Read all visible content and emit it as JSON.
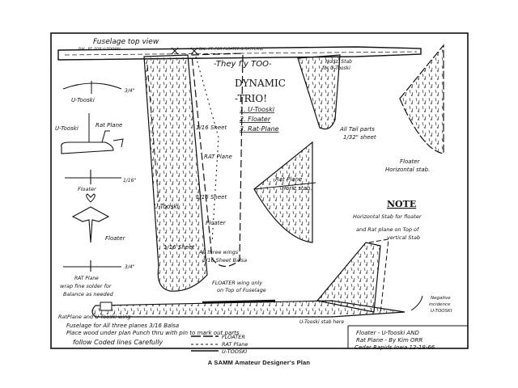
{
  "title": {
    "line1": "-They fly TOO-",
    "line2": "DYNAMIC",
    "line3": "-TRIO!",
    "item1": "1. U-Tooski",
    "item2": "2. Floater",
    "item3": "3. Rat-Plane"
  },
  "fuselage_top_view": {
    "label": "Fuselage  top  view",
    "bal_utooski": "BAL. PT. FOR U-TOOSKI",
    "bal_floater": "BAL. PT. FOR FLOATER & RATPLANE"
  },
  "left_column": {
    "utooski_top": "U-Tooski",
    "dim_3_4a": "3/4\"",
    "utooski_side": "U-Tooski",
    "ratplane_side": "Rat Plane",
    "dim_1_16": "1/16\"",
    "floater_front": "Floater",
    "floater_plan": "Floater",
    "ratplane_front": "RAT Plane",
    "dim_3_4b": "3/4\"",
    "solder_note_1": "wrap fine solder for",
    "solder_note_2": "Balance as needed"
  },
  "wing_labels": {
    "sheet_1": "1/16 Sheet",
    "rat_plane": "RAT Plane",
    "sheet_2": "1/16 Sheet",
    "utooski": "U-Tooski",
    "floater": "Floater",
    "sheet_3": "1/16 Sheet",
    "all_three_1": "All three wings",
    "all_three_2": "1/16 Sheet Balsa"
  },
  "tail_labels": {
    "horiz_stab_1": "Horiz. Stab",
    "horiz_stab_2": "for U-Tooski",
    "all_tail_1": "All Tail parts",
    "all_tail_2": "1/32\" sheet",
    "floater_horiz_1": "Floater",
    "floater_horiz_2": "Horizontal stab.",
    "rat_horiz_1": "Rat Plane",
    "rat_horiz_2": "Horiz stab."
  },
  "note": {
    "heading": "NOTE",
    "line1": "Horizontal Stab for floater",
    "line2": "and Rat plane on Top of",
    "line3": "vertical Stab"
  },
  "side_view": {
    "floater_wing_1": "FLOATER wing only",
    "floater_wing_2": "on Top of Fuselage",
    "ratplane_wing": "RatPlane and U-Tooski wing",
    "utooski_stab": "U-Tooski stab here",
    "neg_incidence_1": "Negative",
    "neg_incidence_2": "incidence",
    "neg_incidence_3": "U-TOOSKI"
  },
  "instructions": {
    "line1": "Fuselage for All three planes 3/16 Balsa",
    "line2": "Place wood under plan Punch thru with pin to mark out parts",
    "line3": "follow Coded lines Carefully",
    "legend_floater": "FLOATER",
    "legend_ratplane": "RAT Plane",
    "legend_utooski": "U-TOOSKI"
  },
  "credit": {
    "line1": "Floater - U-Tooski AND",
    "line2": "Rat Plane - By Kim ORR",
    "line3": "Cedar Rapids Iowa 12-18-66"
  },
  "caption": "A SAMM Amateur Designer's Plan"
}
